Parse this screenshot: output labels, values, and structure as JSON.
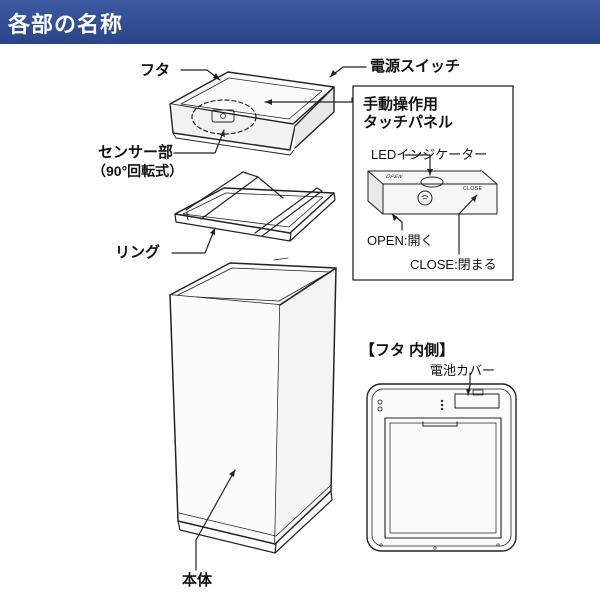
{
  "header": {
    "title": "各部の名称"
  },
  "labels": {
    "lid": "フタ",
    "power_switch": "電源スイッチ",
    "sensor": "センサー部",
    "sensor_note": "（90°回転式）",
    "manual_panel_line1": "手動操作用",
    "manual_panel_line2": "タッチパネル",
    "led": "LEDインジケーター",
    "open": "OPEN:開く",
    "close": "CLOSE:閉まる",
    "ring": "リング",
    "body": "本体",
    "lid_inside": "【フタ 内側】",
    "battery_cover": "電池カバー"
  },
  "panel_marks": {
    "open_mark": "OPEN",
    "close_mark": "CLOSE"
  }
}
